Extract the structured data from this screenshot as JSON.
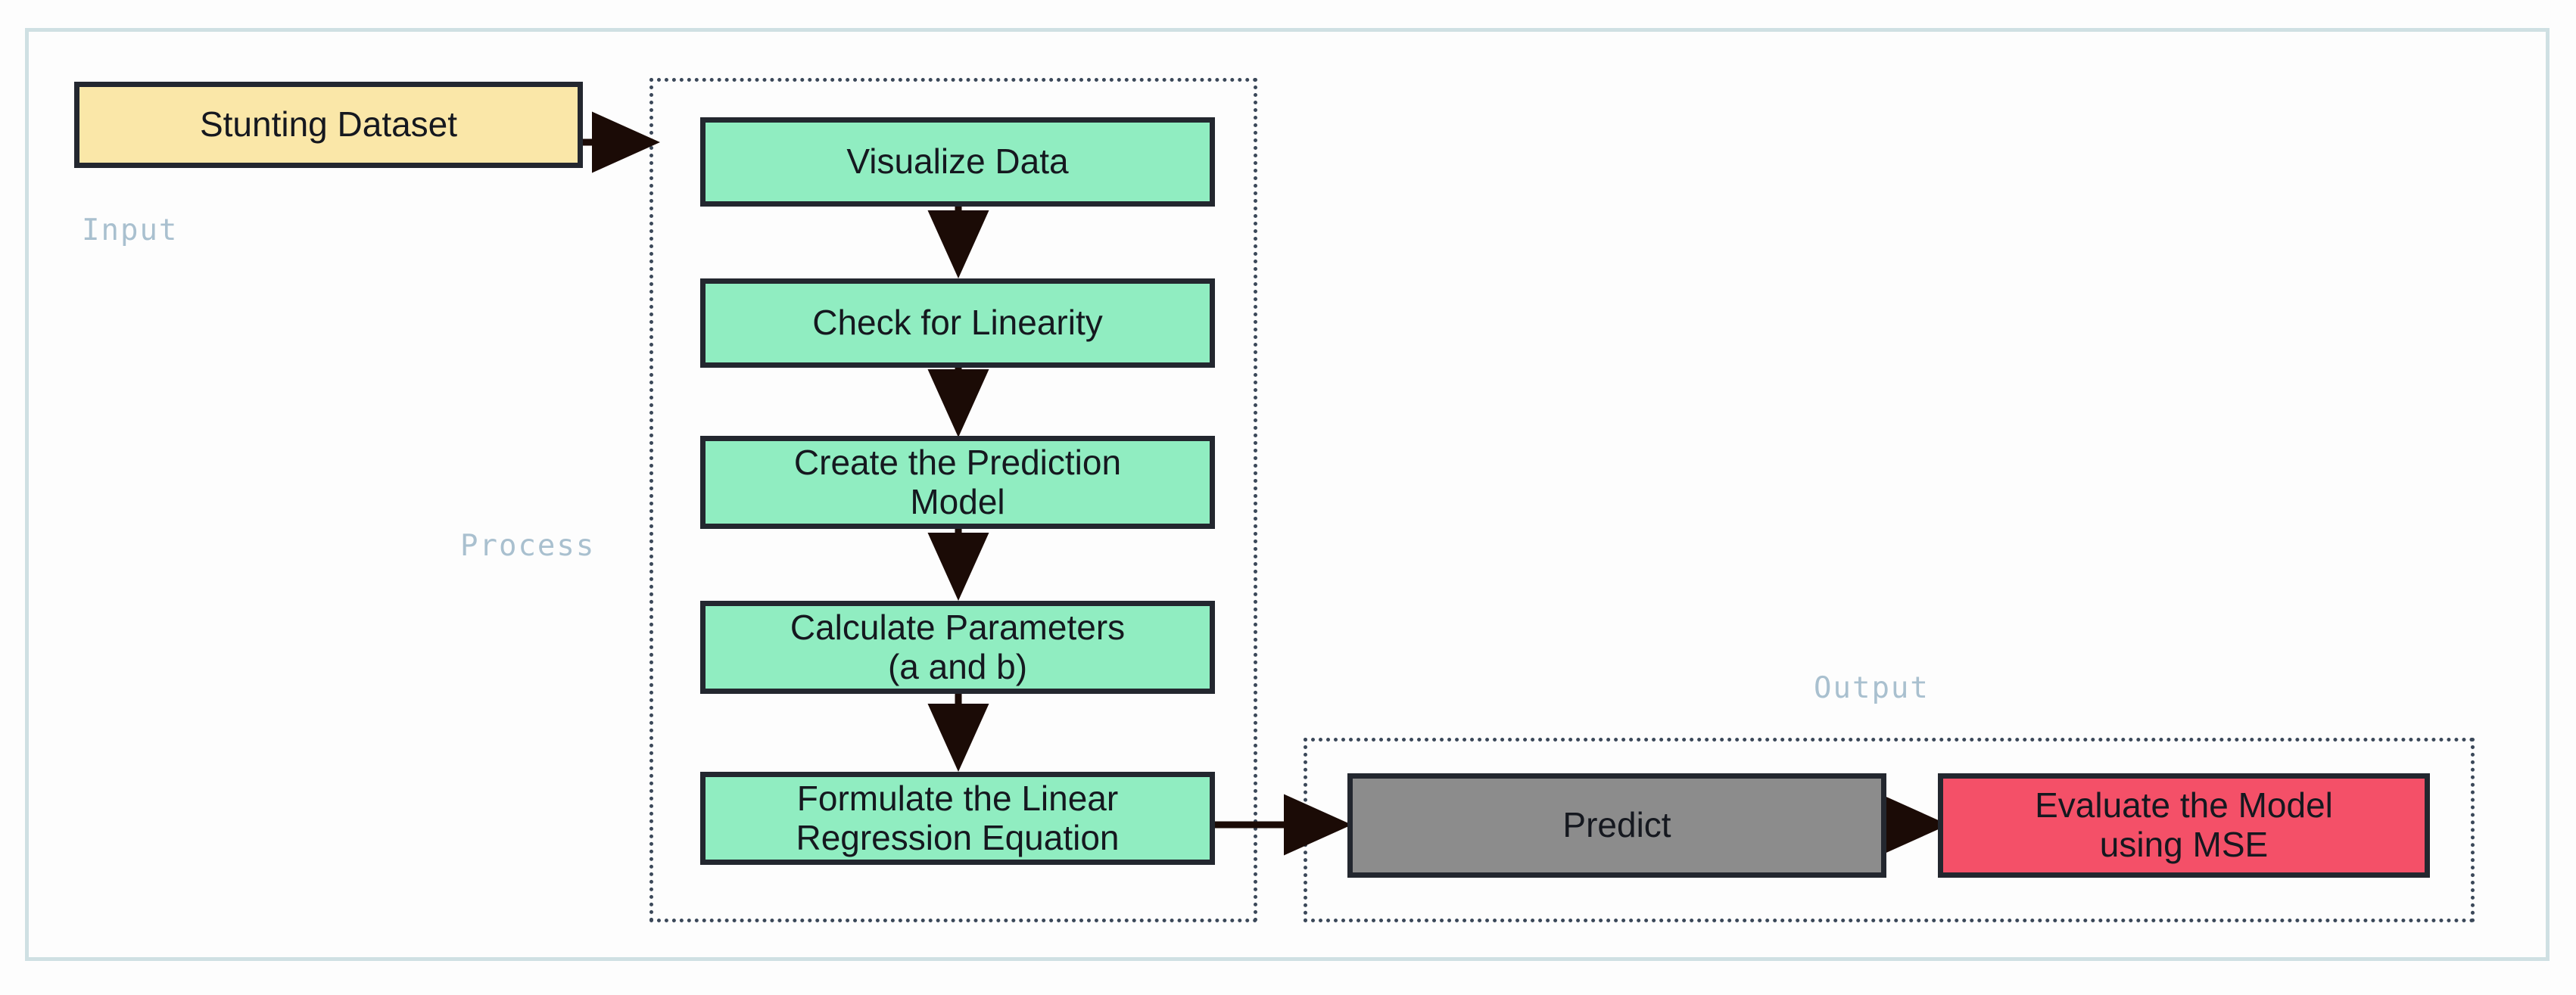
{
  "diagram": {
    "title_visible": false,
    "colors": {
      "canvas_background": "#fdfdfd",
      "outer_frame_border": "#cfe0e3",
      "group_border": "#3b4859",
      "group_label_text": "#a9c0cf",
      "node_border": "#23272f",
      "node_text": "#15181f",
      "input_fill": "#fae7a8",
      "process_fill": "#90edc1",
      "predict_fill": "#8c8c8c",
      "evaluate_fill": "#f45068",
      "arrow": "#1b0b06"
    },
    "groups": [
      {
        "id": "input",
        "label": "Input",
        "bordered": false
      },
      {
        "id": "process",
        "label": "Process",
        "bordered": true
      },
      {
        "id": "output",
        "label": "Output",
        "bordered": true
      }
    ],
    "nodes": [
      {
        "id": "dataset",
        "label": "Stunting Dataset",
        "group": "input",
        "fill": "#fae7a8"
      },
      {
        "id": "visualize",
        "label": "Visualize Data",
        "group": "process",
        "fill": "#90edc1"
      },
      {
        "id": "linearity",
        "label": "Check for Linearity",
        "group": "process",
        "fill": "#90edc1"
      },
      {
        "id": "model",
        "label": "Create the Prediction\nModel",
        "group": "process",
        "fill": "#90edc1"
      },
      {
        "id": "params",
        "label": "Calculate Parameters\n(a and b)",
        "group": "process",
        "fill": "#90edc1"
      },
      {
        "id": "equation",
        "label": "Formulate the Linear\nRegression Equation",
        "group": "process",
        "fill": "#90edc1"
      },
      {
        "id": "predict",
        "label": "Predict",
        "group": "output",
        "fill": "#8c8c8c"
      },
      {
        "id": "evaluate",
        "label": "Evaluate the Model\nusing MSE",
        "group": "output",
        "fill": "#f45068"
      }
    ],
    "edges": [
      {
        "from": "dataset",
        "to": "visualize",
        "direction": "right"
      },
      {
        "from": "visualize",
        "to": "linearity",
        "direction": "down"
      },
      {
        "from": "linearity",
        "to": "model",
        "direction": "down"
      },
      {
        "from": "model",
        "to": "params",
        "direction": "down"
      },
      {
        "from": "params",
        "to": "equation",
        "direction": "down"
      },
      {
        "from": "equation",
        "to": "predict",
        "direction": "right"
      },
      {
        "from": "predict",
        "to": "evaluate",
        "direction": "right"
      }
    ]
  }
}
